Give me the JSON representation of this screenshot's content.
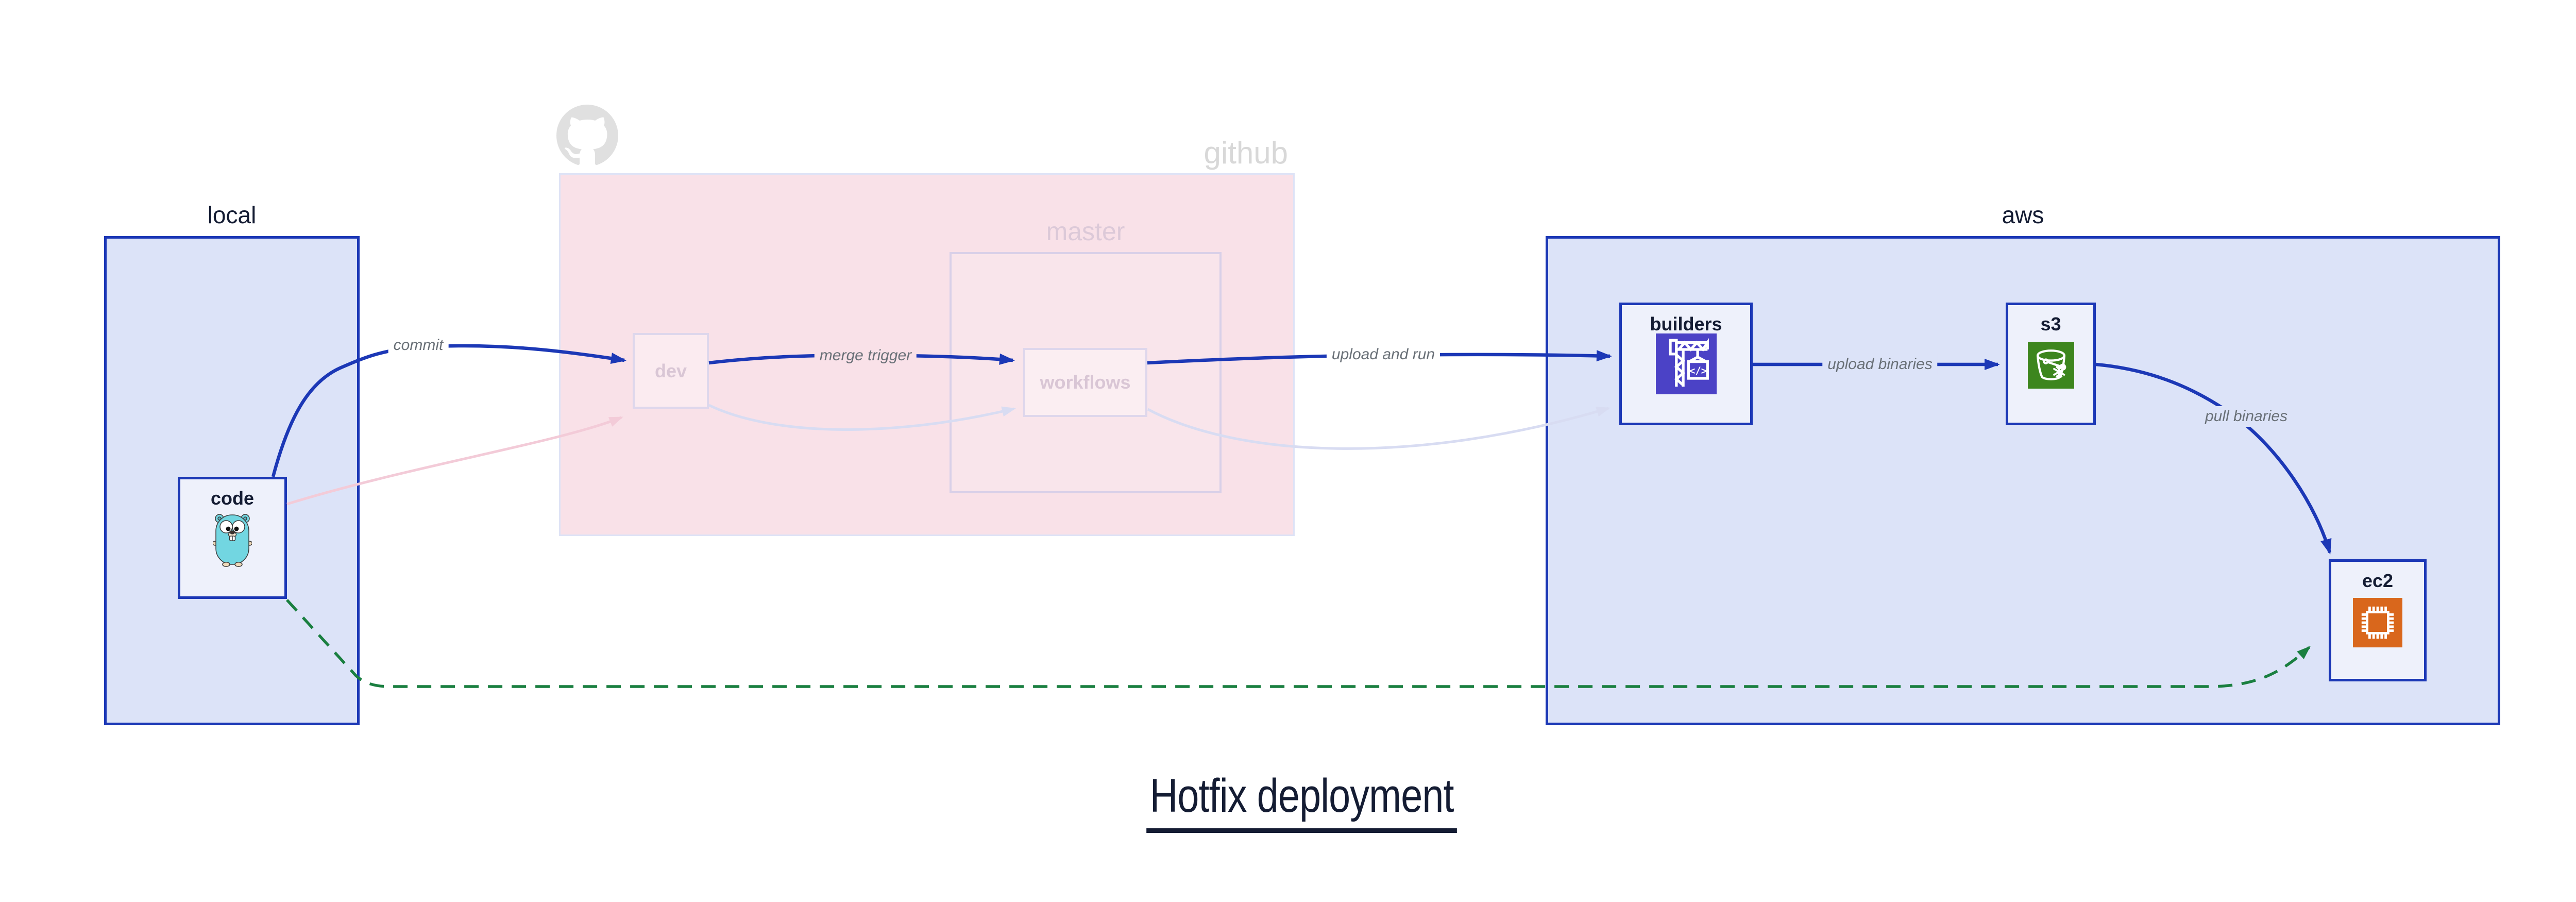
{
  "title": {
    "label": "Hotfix deployment"
  },
  "containers": {
    "local": {
      "label": "local"
    },
    "github": {
      "label": "github",
      "master": {
        "label": "master"
      }
    },
    "aws": {
      "label": "aws"
    }
  },
  "nodes": {
    "code": {
      "label": "code",
      "icon": "go-gopher-icon"
    },
    "dev": {
      "label": "dev"
    },
    "workflows": {
      "label": "workflows"
    },
    "builders": {
      "label": "builders",
      "icon": "codebuild-crane-icon"
    },
    "s3": {
      "label": "s3",
      "icon": "s3-bucket-icon"
    },
    "ec2": {
      "label": "ec2",
      "icon": "ec2-chip-icon"
    }
  },
  "edges": {
    "commit": {
      "label": "commit",
      "from": "code",
      "to": "dev",
      "style": "solid-blue"
    },
    "merge_trigger": {
      "label": "merge trigger",
      "from": "dev",
      "to": "workflows",
      "style": "solid-blue"
    },
    "upload_and_run": {
      "label": "upload and run",
      "from": "workflows",
      "to": "builders",
      "style": "solid-blue"
    },
    "upload_binaries": {
      "label": "upload binaries",
      "from": "builders",
      "to": "s3",
      "style": "solid-blue"
    },
    "pull_binaries": {
      "label": "pull binaries",
      "from": "s3",
      "to": "ec2",
      "style": "solid-blue"
    },
    "hotfix_direct": {
      "label": "",
      "from": "code",
      "to": "ec2",
      "style": "dashed-green"
    },
    "faded_code_dev": {
      "label": "",
      "from": "code",
      "to": "dev",
      "style": "faded-pink"
    },
    "faded_dev_workflows": {
      "label": "",
      "from": "dev",
      "to": "workflows",
      "style": "faded-lavender"
    },
    "faded_workflows_builders": {
      "label": "",
      "from": "workflows",
      "to": "builders",
      "style": "faded-lavender"
    }
  },
  "colors": {
    "accent_blue": "#1c38b6",
    "container_fill": "#dce3f8",
    "node_fill": "#eef1fb",
    "github_fill": "#f9e1e8",
    "github_border": "#dee3f6",
    "master_border": "#d9d0e8",
    "faded_node_border": "#ded7ec",
    "faded_node_text": "#d9c6d5",
    "edge_label_gray": "#697077",
    "hotfix_green": "#1a7f40",
    "faded_pink_edge": "#f3cbd8",
    "faded_lavender_edge": "#d8dcf2",
    "navy_text": "#141c33",
    "github_logo_gray": "#e0e0e0",
    "github_text_gray": "#d8d8d8",
    "master_text": "#dcc9d8",
    "codebuild_purple": "#4b42c6",
    "s3_green": "#3d861e",
    "ec2_orange": "#d9671c",
    "gopher_cyan": "#72d6e1"
  }
}
